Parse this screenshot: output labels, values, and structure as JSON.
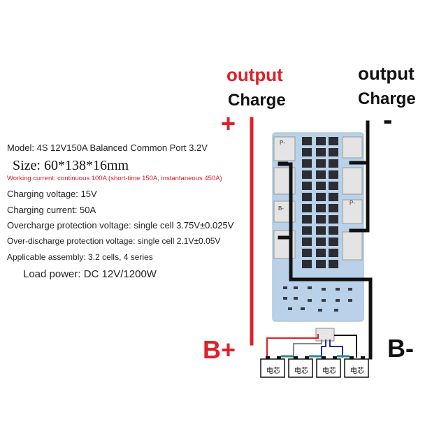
{
  "labels": {
    "output_left": "output",
    "charge_left": "Charge",
    "plus_sign": "+",
    "output_right": "output",
    "charge_right": "Charge",
    "minus_sign": "-",
    "b_plus": "B+",
    "b_minus": "B-",
    "board_p_minus_1": "P-",
    "board_p_minus_2": "P-",
    "board_b_minus": "B-",
    "cell_label": "电芯"
  },
  "specs": {
    "model": "Model: 4S 12V150A Balanced Common Port 3.2V",
    "size": "Size: 60*138*16mm",
    "working_current": "Working current: continuous 100A (short-time 150A, instantaneous 450A)",
    "charging_voltage": "Charging voltage: 15V",
    "charging_current": "Charging current: 50A",
    "overcharge": "Overcharge protection voltage: single cell 3.75V±0.025V",
    "overdischarge": "Over-discharge protection voltage: single cell 2.1V±0.05V",
    "assembly": "Applicable assembly: 3.2 cells, 4 series",
    "load_power": "Load power: DC 12V/1200W"
  },
  "colors": {
    "positive_wire": "#e0202a",
    "negative_wire": "#111111",
    "board": "#b9d2ea",
    "mosfet": "#2b2d33",
    "balance_blue": "#2a2ab0",
    "balance_teal": "#2a8c8c"
  }
}
